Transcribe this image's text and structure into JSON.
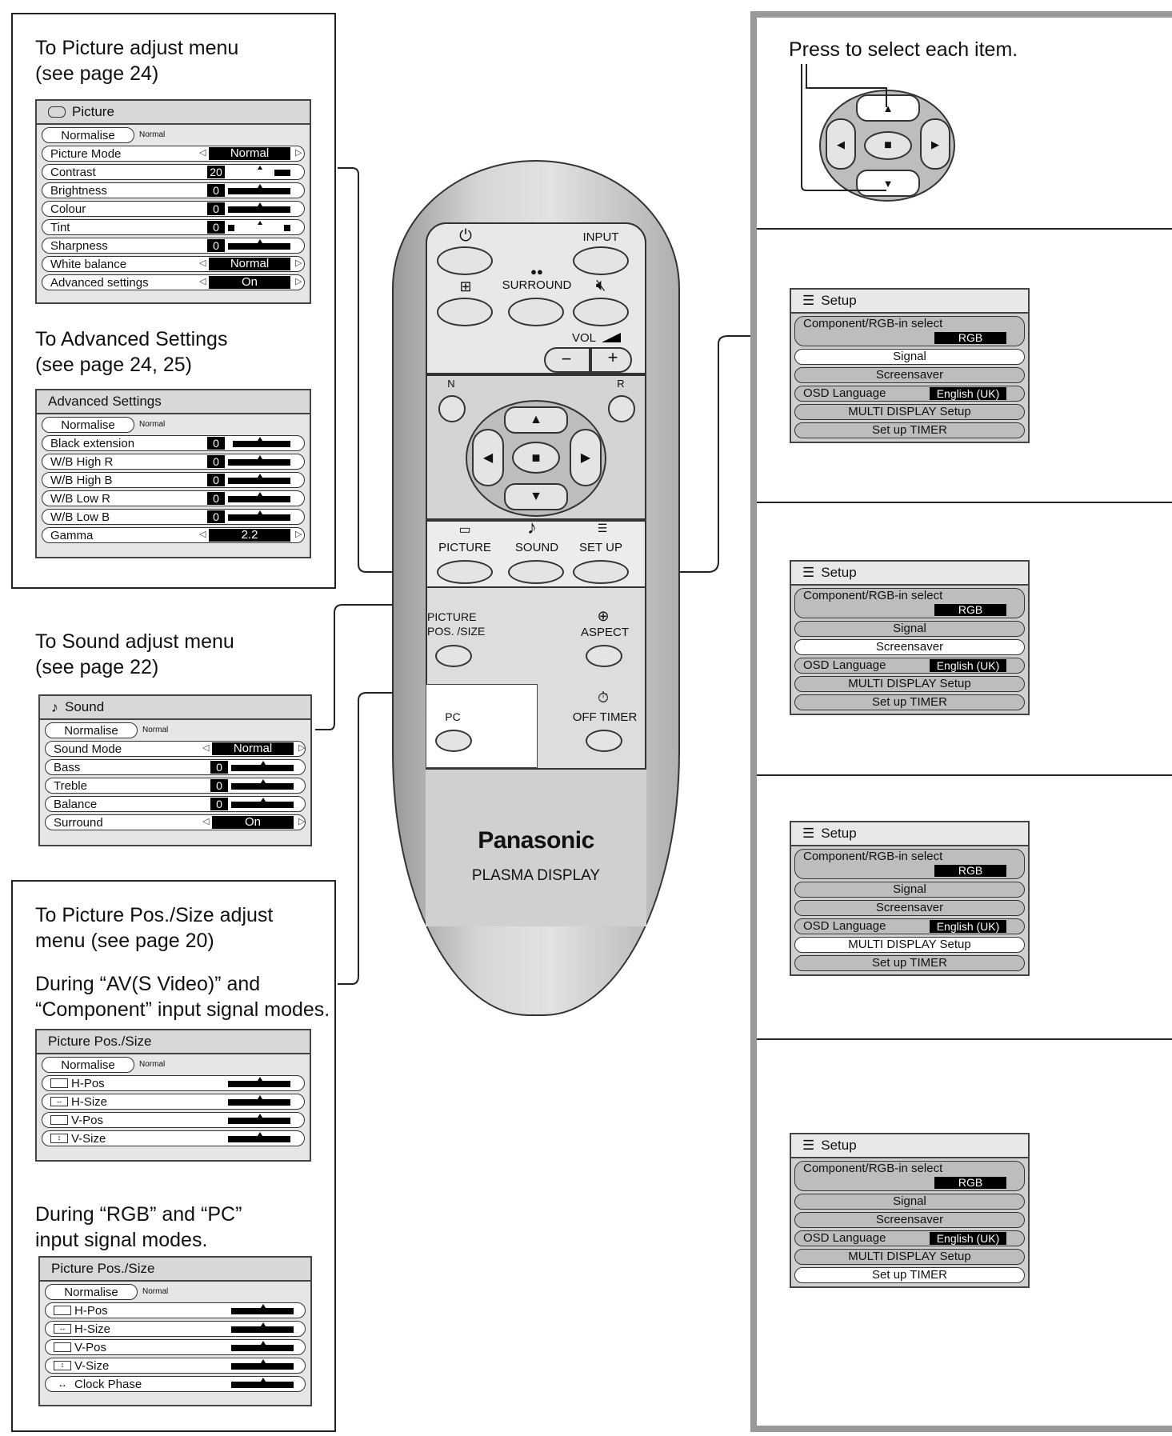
{
  "left": {
    "picture_caption": "To Picture adjust menu\n(see page 24)",
    "picture_menu": {
      "title": "Picture",
      "normalise": "Normalise",
      "normal_tag": "Normal",
      "rows": [
        {
          "label": "Picture Mode",
          "value": "Normal"
        },
        {
          "label": "Contrast",
          "num": "20"
        },
        {
          "label": "Brightness",
          "num": "0"
        },
        {
          "label": "Colour",
          "num": "0"
        },
        {
          "label": "Tint",
          "num": "0"
        },
        {
          "label": "Sharpness",
          "num": "0"
        },
        {
          "label": "White balance",
          "value": "Normal"
        },
        {
          "label": "Advanced settings",
          "value": "On"
        }
      ]
    },
    "advanced_caption": "To Advanced Settings\n(see page 24, 25)",
    "advanced_menu": {
      "title": "Advanced Settings",
      "normalise": "Normalise",
      "normal_tag": "Normal",
      "rows": [
        {
          "label": "Black extension",
          "num": "0"
        },
        {
          "label": "W/B High R",
          "num": "0"
        },
        {
          "label": "W/B High B",
          "num": "0"
        },
        {
          "label": "W/B Low R",
          "num": "0"
        },
        {
          "label": "W/B Low B",
          "num": "0"
        },
        {
          "label": "Gamma",
          "value": "2.2"
        }
      ]
    },
    "sound_caption": "To Sound adjust menu\n(see page 22)",
    "sound_menu": {
      "title": "Sound",
      "normalise": "Normalise",
      "normal_tag": "Normal",
      "rows": [
        {
          "label": "Sound Mode",
          "value": "Normal"
        },
        {
          "label": "Bass",
          "num": "0"
        },
        {
          "label": "Treble",
          "num": "0"
        },
        {
          "label": "Balance",
          "num": "0"
        },
        {
          "label": "Surround",
          "value": "On"
        }
      ]
    },
    "pos_caption": "To Picture Pos./Size adjust\nmenu (see page 20)",
    "pos_av_caption": "During “AV(S Video)” and\n“Component” input signal modes.",
    "pos_menu_av": {
      "title": "Picture Pos./Size",
      "normalise": "Normalise",
      "normal_tag": "Normal",
      "rows": [
        "H-Pos",
        "H-Size",
        "V-Pos",
        "V-Size"
      ]
    },
    "pos_rgb_caption": "During “RGB” and “PC”\ninput signal modes.",
    "pos_menu_rgb": {
      "title": "Picture Pos./Size",
      "normalise": "Normalise",
      "normal_tag": "Normal",
      "rows": [
        "H-Pos",
        "H-Size",
        "V-Pos",
        "V-Size",
        "Clock Phase"
      ]
    }
  },
  "remote": {
    "input": "INPUT",
    "surround": "SURROUND",
    "vol": "VOL",
    "minus": "−",
    "plus": "+",
    "n": "N",
    "r": "R",
    "picture": "PICTURE",
    "sound": "SOUND",
    "setup": "SET UP",
    "picture_pos": "PICTURE\nPOS. /SIZE",
    "aspect": "ASPECT",
    "pc": "PC",
    "off_timer": "OFF TIMER",
    "brand": "Panasonic",
    "model": "PLASMA DISPLAY"
  },
  "right": {
    "press_caption": "Press to select each item.",
    "setup_menu": {
      "title": "Setup",
      "component": "Component/RGB-in select",
      "rgb": "RGB",
      "signal": "Signal",
      "screensaver": "Screensaver",
      "osd": "OSD Language",
      "lang": "English (UK)",
      "multi": "MULTI DISPLAY Setup",
      "timer": "Set up TIMER"
    }
  }
}
